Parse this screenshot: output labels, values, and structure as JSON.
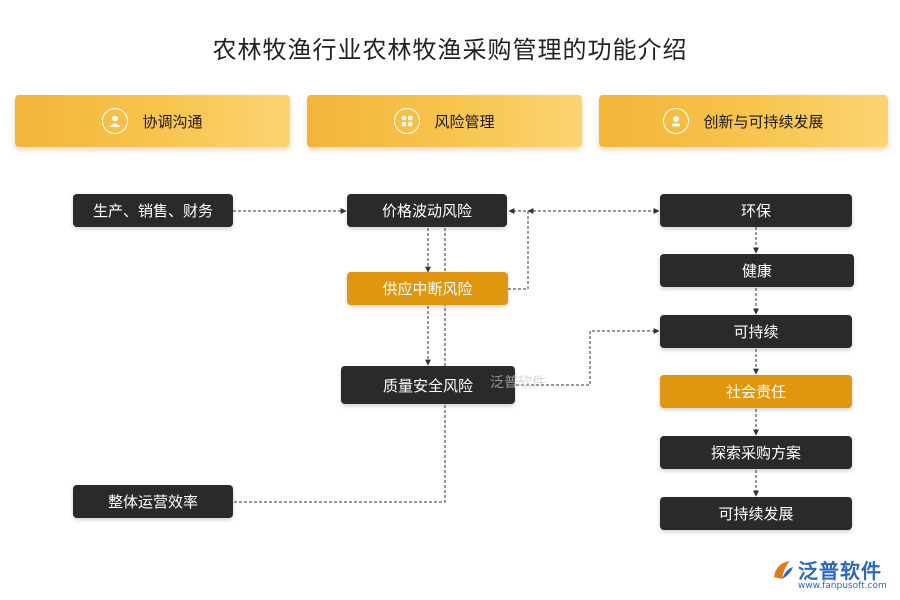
{
  "title": "农林牧渔行业农林牧渔采购管理的功能介绍",
  "headers": [
    {
      "label": "协调沟通",
      "icon": "person-icon"
    },
    {
      "label": "风险管理",
      "icon": "grid-icon"
    },
    {
      "label": "创新与可持续发展",
      "icon": "badge-icon"
    }
  ],
  "left": {
    "top": "生产、销售、财务",
    "bottom": "整体运营效率"
  },
  "middle": {
    "price": "价格波动风险",
    "supply": "供应中断风险",
    "quality": "质量安全风险"
  },
  "right": [
    "环保",
    "健康",
    "可持续",
    "社会责任",
    "探索采购方案",
    "可持续发展"
  ],
  "watermark": "泛普软件",
  "logo": {
    "brand": "泛普软件",
    "url": "www.fanpusoft.com"
  },
  "colors": {
    "header": "#f8c54e",
    "dark_node": "#2a2a2a",
    "highlight_node": "#e0960f",
    "logo": "#2a68c4"
  }
}
